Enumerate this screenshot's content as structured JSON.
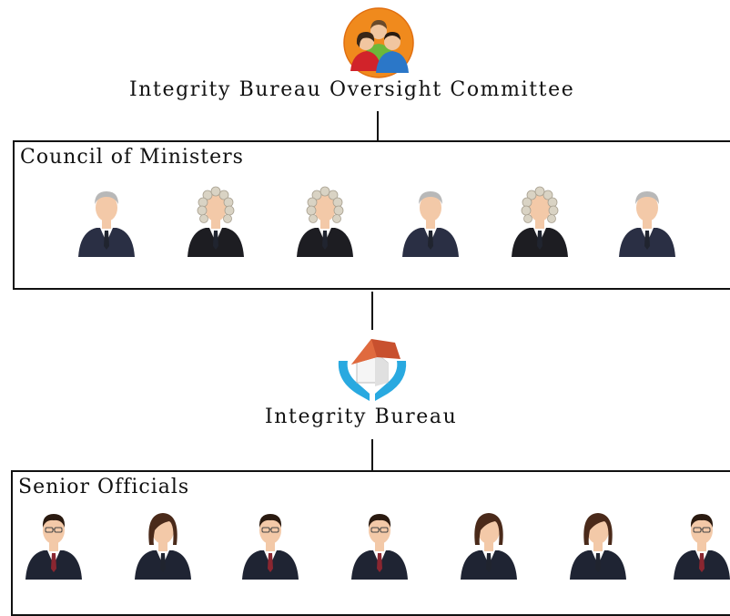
{
  "committee": {
    "label": "Integrity Bureau Oversight Committee",
    "icon": "group-people-icon"
  },
  "council": {
    "title": "Council of Ministers",
    "members": [
      {
        "icon": "minister-icon",
        "variant": "short-gray-hair"
      },
      {
        "icon": "judge-wig-icon",
        "variant": "wig"
      },
      {
        "icon": "judge-wig-icon",
        "variant": "wig"
      },
      {
        "icon": "minister-icon",
        "variant": "short-gray-hair"
      },
      {
        "icon": "judge-wig-icon",
        "variant": "wig"
      },
      {
        "icon": "minister-icon",
        "variant": "short-gray-hair"
      }
    ]
  },
  "bureau": {
    "label": "Integrity Bureau",
    "icon": "house-in-hands-icon"
  },
  "officials": {
    "title": "Senior Officials",
    "members": [
      {
        "icon": "businessman-icon",
        "variant": "man"
      },
      {
        "icon": "businesswoman-icon",
        "variant": "woman"
      },
      {
        "icon": "businessman-icon",
        "variant": "man"
      },
      {
        "icon": "businessman-icon",
        "variant": "man"
      },
      {
        "icon": "businesswoman-icon",
        "variant": "woman"
      },
      {
        "icon": "businesswoman-icon",
        "variant": "woman"
      },
      {
        "icon": "businessman-icon",
        "variant": "man"
      }
    ]
  },
  "colors": {
    "border": "#111111",
    "suit": "#1f2433",
    "skin": "#f3c9a8",
    "hands": "#29a9e0",
    "roof": "#c8502e"
  }
}
